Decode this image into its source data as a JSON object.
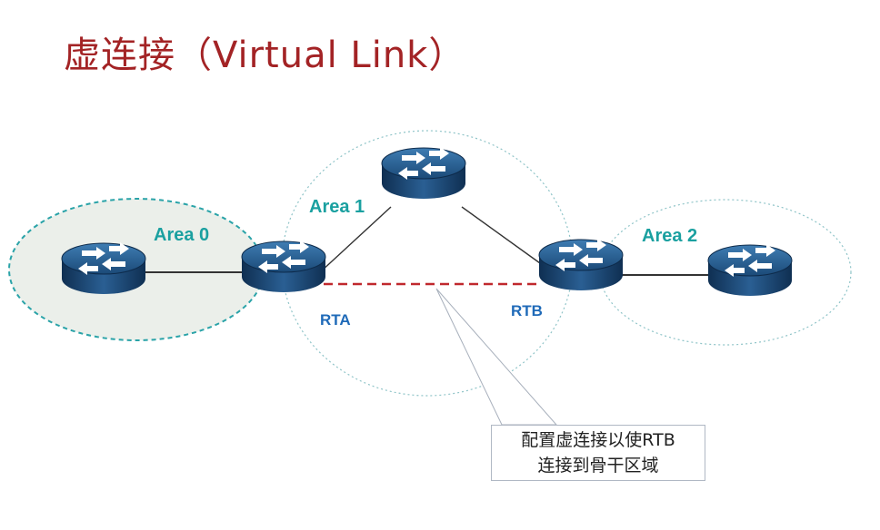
{
  "title": "虚连接（Virtual Link）",
  "areas": [
    {
      "id": "area0",
      "label": "Area 0"
    },
    {
      "id": "area1",
      "label": "Area 1"
    },
    {
      "id": "area2",
      "label": "Area 2"
    }
  ],
  "routers": [
    {
      "id": "r-left",
      "label": ""
    },
    {
      "id": "rta",
      "label": "RTA"
    },
    {
      "id": "r-top",
      "label": ""
    },
    {
      "id": "rtb",
      "label": "RTB"
    },
    {
      "id": "r-right",
      "label": ""
    }
  ],
  "callout": {
    "line1": "配置虚连接以使RTB",
    "line2": "连接到骨干区域"
  },
  "colors": {
    "title": "#a32325",
    "area_label": "#1aa0a0",
    "router_label": "#1f6ab8",
    "virtual_link": "#c0282d",
    "router_body": "#1d4d7a"
  }
}
